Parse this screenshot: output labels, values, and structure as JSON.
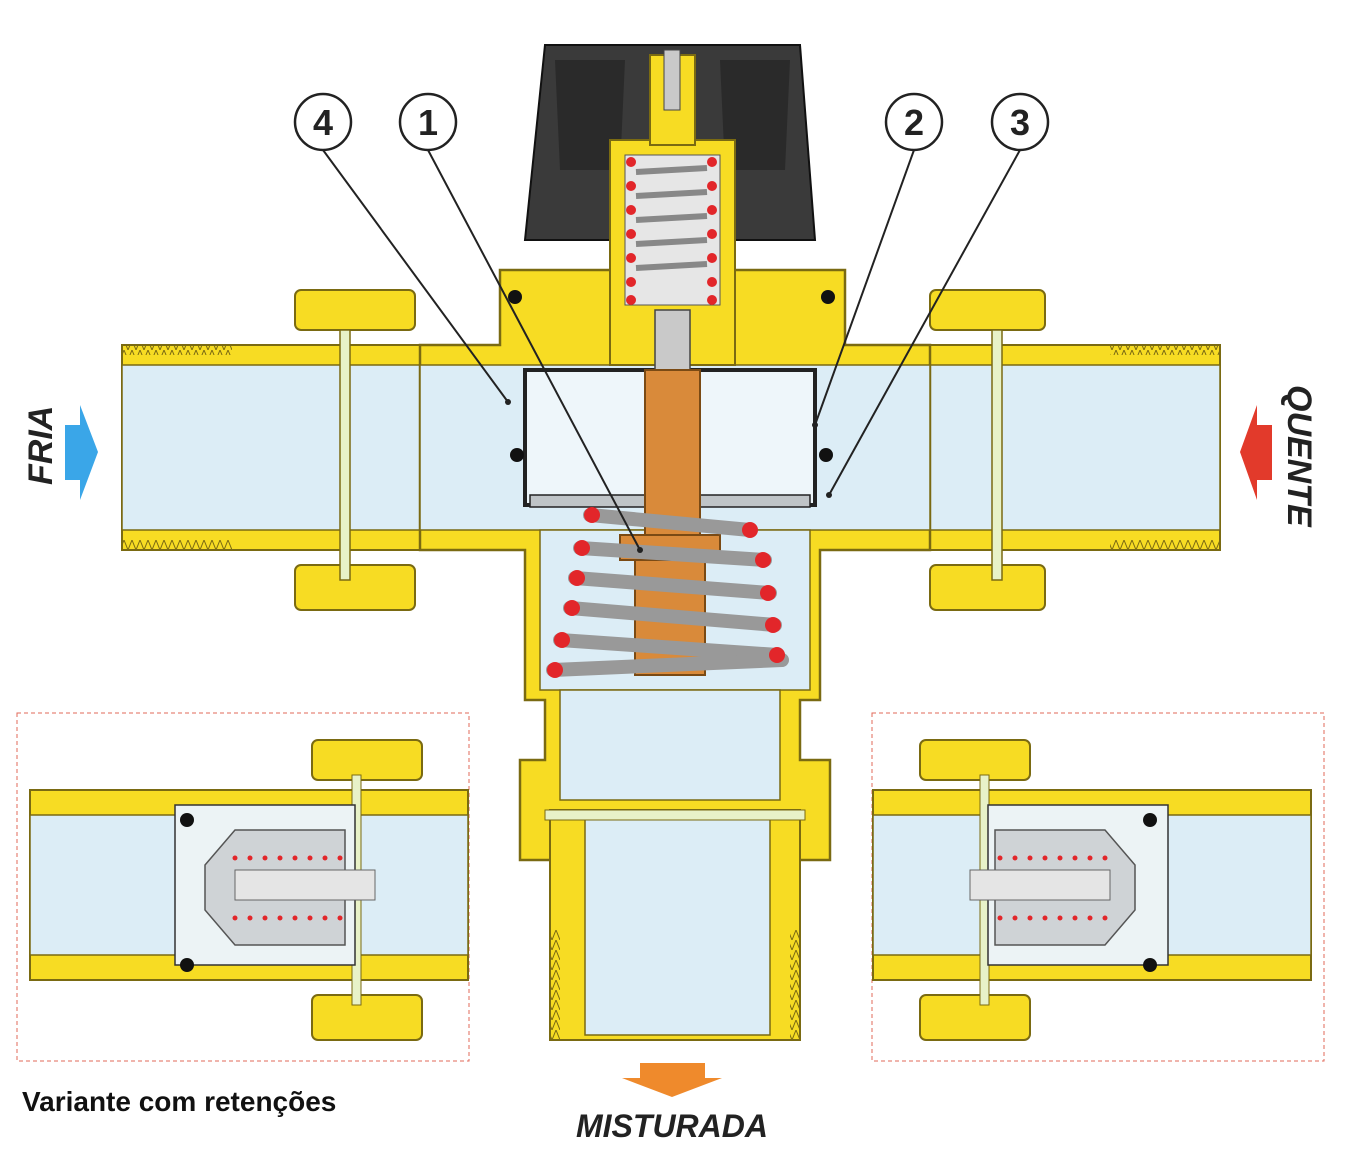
{
  "labels": {
    "cold": "FRIA",
    "hot": "QUENTE",
    "mixed": "MISTURADA",
    "variant": "Variante com retenções"
  },
  "callouts": [
    "4",
    "1",
    "2",
    "3"
  ],
  "colors": {
    "brass": "#f7dc23",
    "brass_outline": "#7a6a12",
    "water": "#dcedf6",
    "cold_arrow": "#3aa6e8",
    "hot_arrow": "#e23a2b",
    "mixed_arrow": "#ef8a2c",
    "knob": "#3a3a3a",
    "spring_dot": "#e2262a",
    "element": "#d98a3a"
  },
  "icons": [
    "cold-inlet-arrow-icon",
    "hot-inlet-arrow-icon",
    "mixed-outlet-arrow-icon"
  ]
}
